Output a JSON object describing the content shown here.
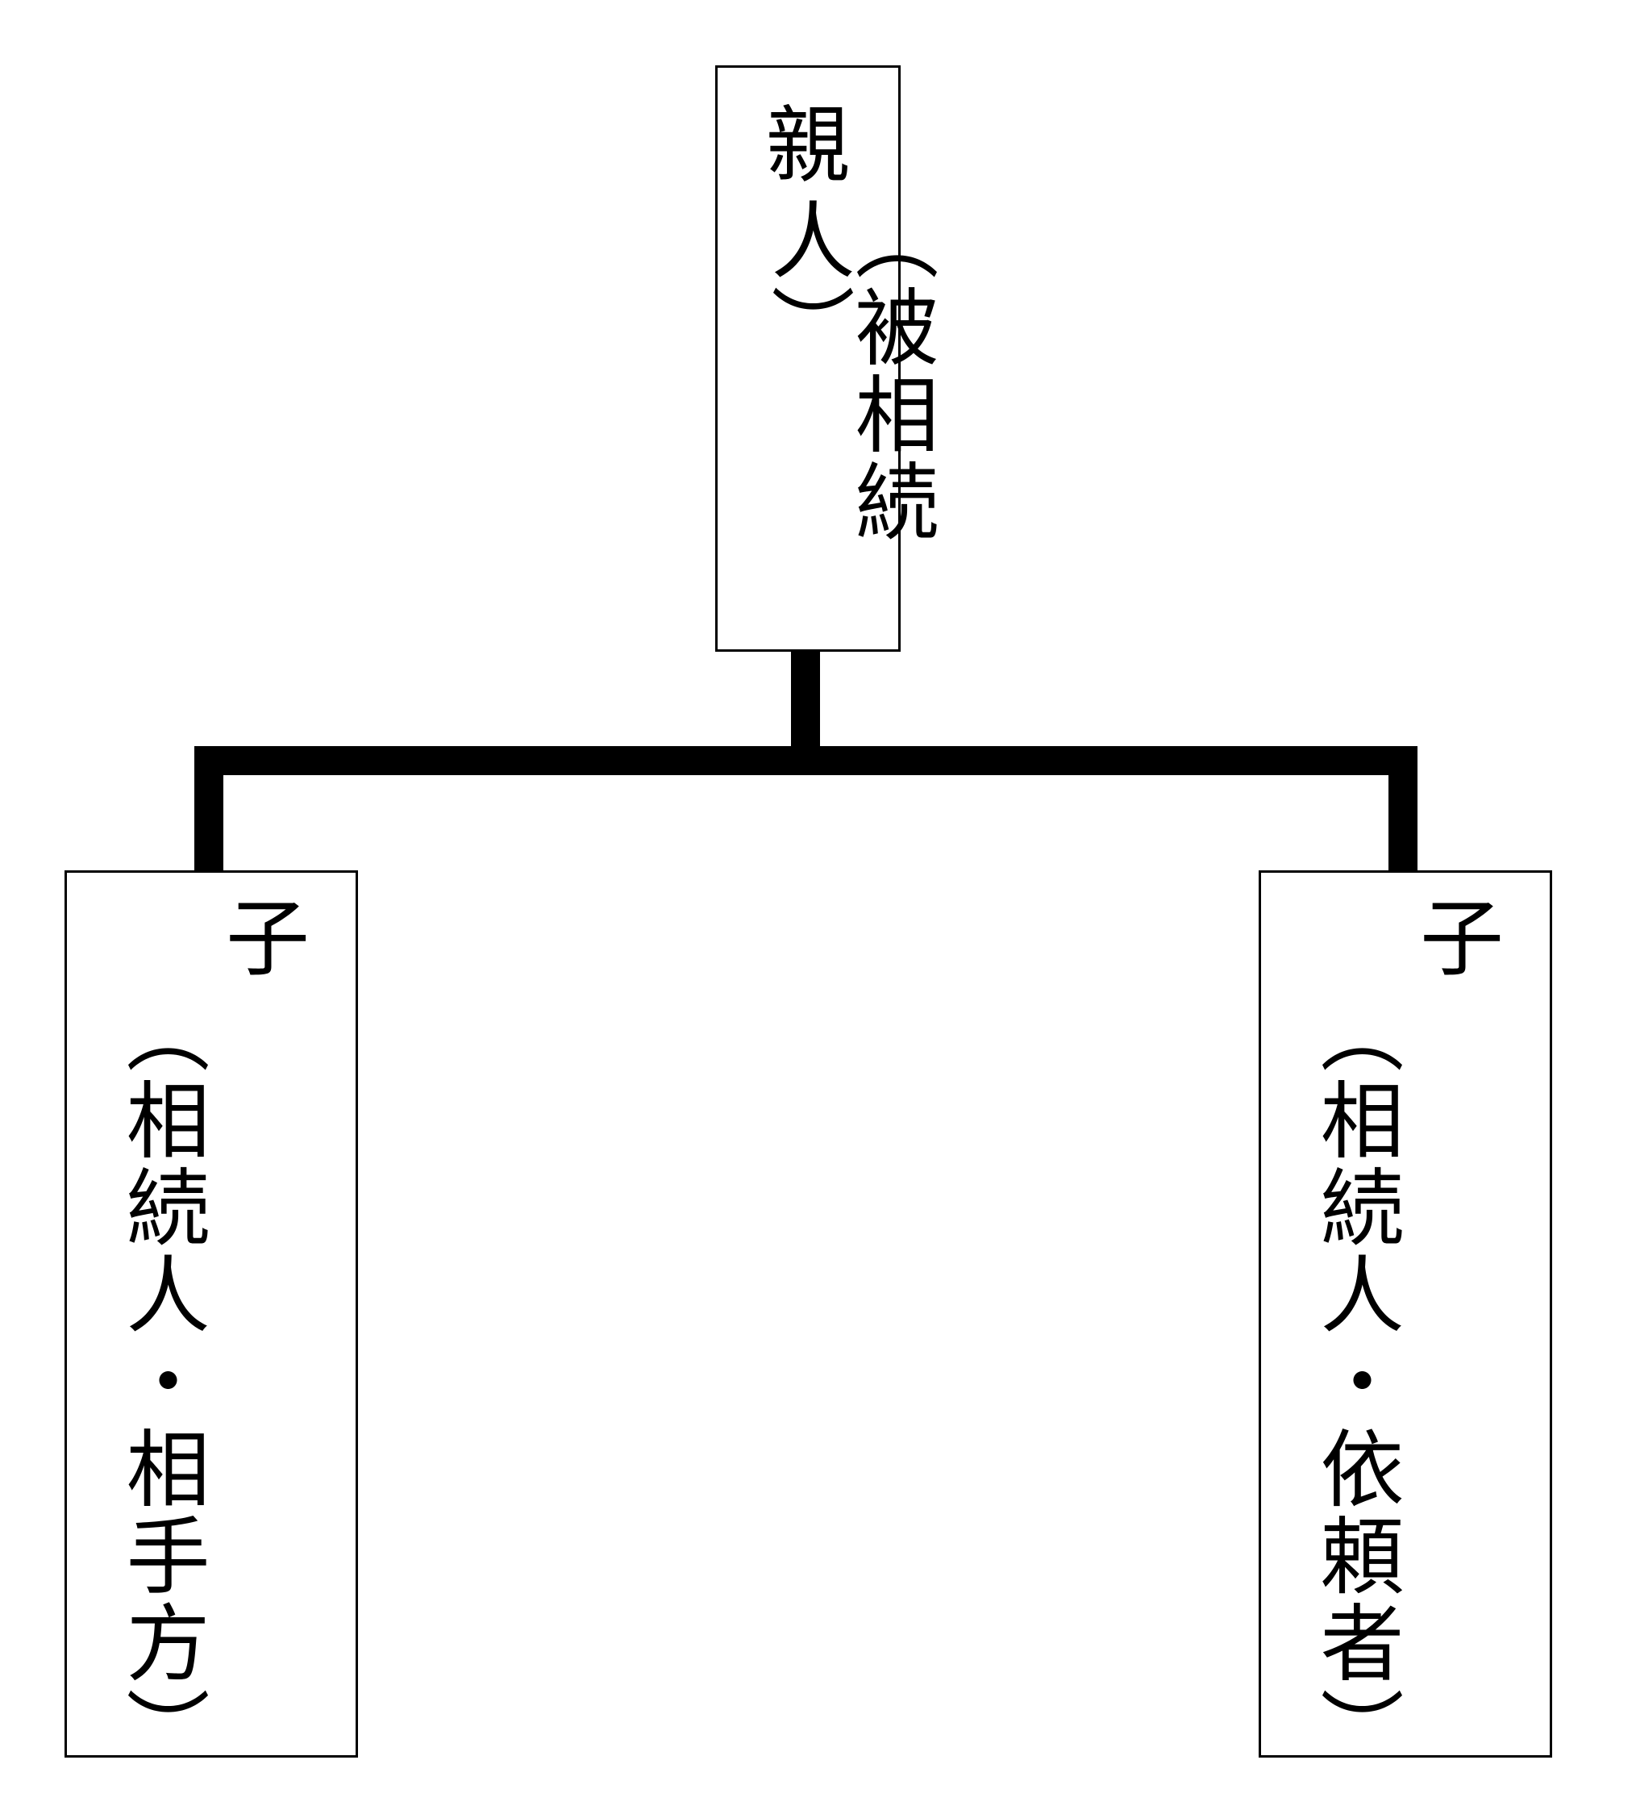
{
  "diagram": {
    "parent": {
      "title": "親",
      "subtitle": "（被相続人）"
    },
    "children": [
      {
        "title": "子",
        "subtitle": "（相続人・相手方）"
      },
      {
        "title": "子",
        "subtitle": "（相続人・依頼者）"
      }
    ],
    "colors": {
      "line": "#000000",
      "box_border": "#000000",
      "background": "#ffffff"
    }
  }
}
